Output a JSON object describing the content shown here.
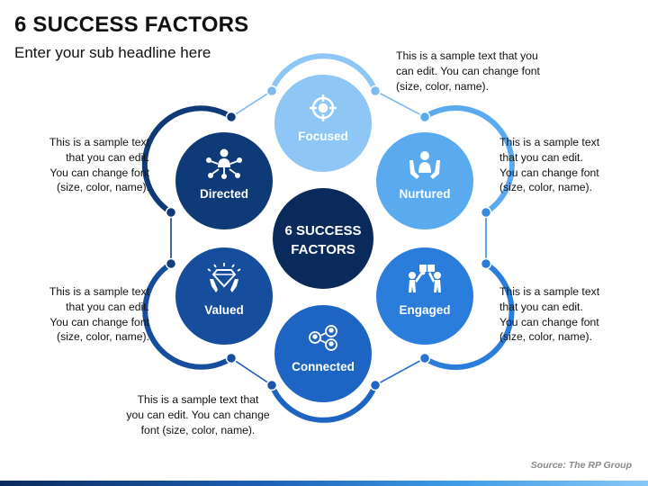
{
  "header": {
    "title": "6 SUCCESS FACTORS",
    "subtitle": "Enter your sub headline here"
  },
  "center": {
    "line1": "6 SUCCESS",
    "line2": "FACTORS"
  },
  "factors": [
    {
      "label": "Focused",
      "icon": "target-icon",
      "color": "#8ec6f5"
    },
    {
      "label": "Nurtured",
      "icon": "caring-hands-icon",
      "color": "#5aaaef"
    },
    {
      "label": "Engaged",
      "icon": "teamwork-puzzle-icon",
      "color": "#2a7ddb"
    },
    {
      "label": "Connected",
      "icon": "network-people-icon",
      "color": "#1e64c2"
    },
    {
      "label": "Valued",
      "icon": "diamond-hands-icon",
      "color": "#164d9c"
    },
    {
      "label": "Directed",
      "icon": "hub-person-icon",
      "color": "#0f3a78"
    }
  ],
  "notes": {
    "top_right": "This is a sample text that you\ncan edit. You can change font\n(size, color, name).",
    "right_upper": "This is a sample text\nthat you can edit.\nYou can change font\n(size, color, name).",
    "right_lower": "This is a sample text\nthat you can edit.\nYou can change font\n(size, color, name).",
    "bottom": "This is a sample text that\nyou can edit. You can change\nfont (size, color, name).",
    "left_lower": "This is a sample text\nthat you can edit.\nYou can change font\n(size, color, name).",
    "left_upper": "This is a sample text\nthat you can edit.\nYou can change font\n(size, color, name)."
  },
  "source": "Source: The RP Group",
  "colors": {
    "center": "#0b2a5c",
    "ring_light": "#8ec6f5",
    "ring_dark": "#0f3a78"
  }
}
